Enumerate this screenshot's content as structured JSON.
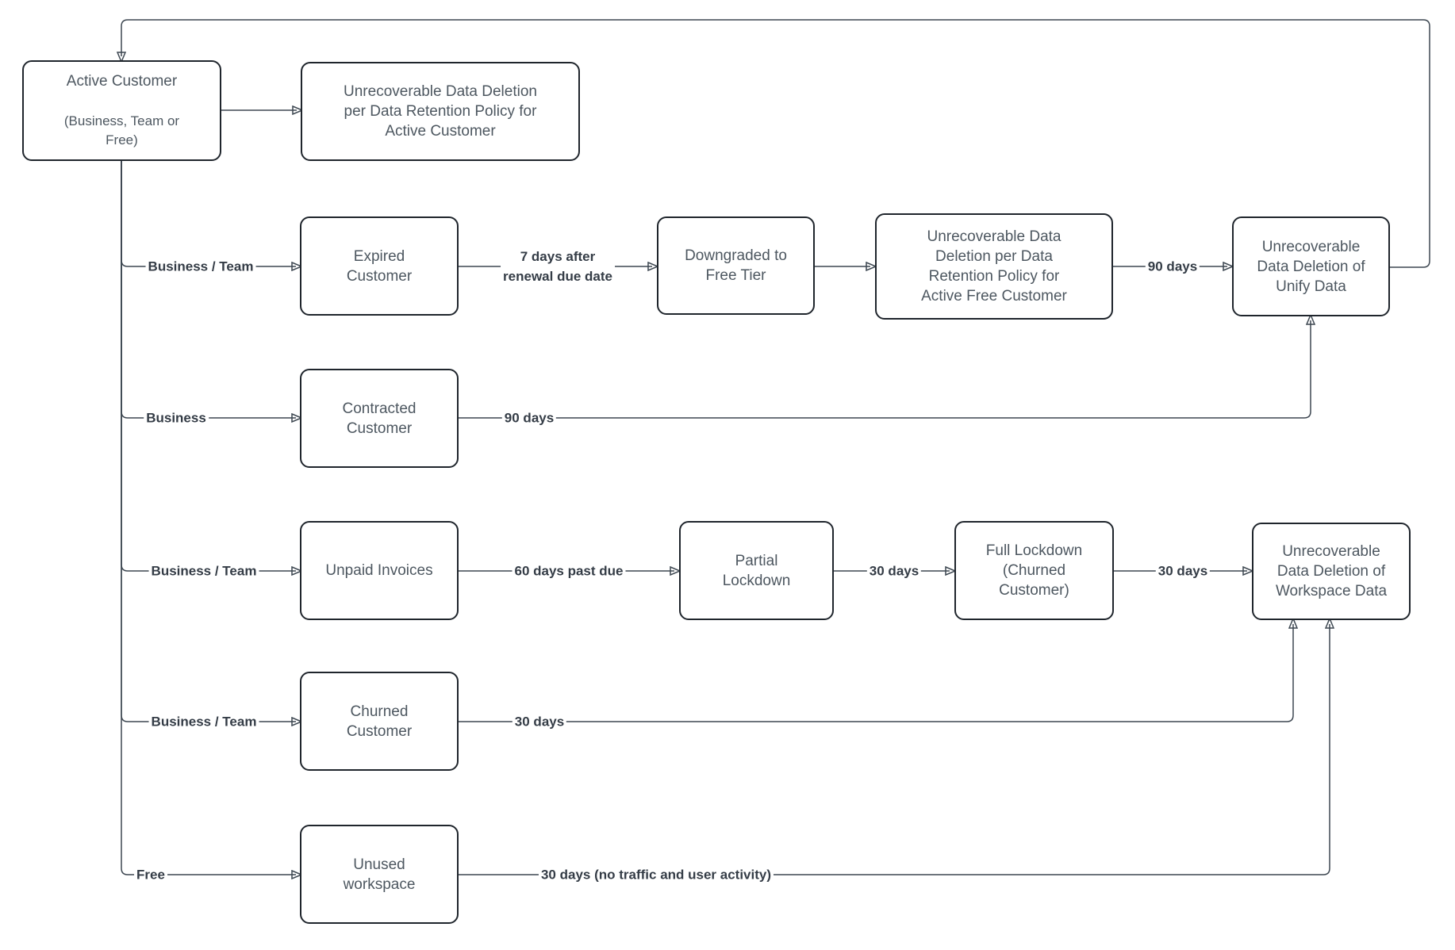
{
  "colors": {
    "background": "#ffffff",
    "node_border": "#1f252c",
    "node_text": "#4d5760",
    "connector": "#3d4751",
    "edge_label_text": "#343c46"
  },
  "nodes": {
    "active_customer": {
      "title": "Active Customer",
      "subtitle": "(Business, Team or\nFree)"
    },
    "deletion_active": {
      "label": "Unrecoverable Data Deletion\nper Data Retention Policy for\nActive Customer"
    },
    "expired": {
      "label": "Expired\nCustomer"
    },
    "downgraded": {
      "label": "Downgraded to\nFree Tier"
    },
    "deletion_free": {
      "label": "Unrecoverable Data\nDeletion per Data\nRetention Policy for\nActive Free Customer"
    },
    "unify": {
      "label": "Unrecoverable\nData Deletion of\nUnify Data"
    },
    "contracted": {
      "label": "Contracted\nCustomer"
    },
    "unpaid": {
      "label": "Unpaid Invoices"
    },
    "partial": {
      "label": "Partial\nLockdown"
    },
    "full_lockdown": {
      "label": "Full Lockdown\n(Churned\nCustomer)"
    },
    "workspace": {
      "label": "Unrecoverable\nData Deletion of\nWorkspace Data"
    },
    "churned": {
      "label": "Churned\nCustomer"
    },
    "unused": {
      "label": "Unused\nworkspace"
    }
  },
  "edge_labels": {
    "business_team_expired": "Business / Team",
    "seven_days": "7 days after\nrenewal due date",
    "ninety_days_free": "90 days",
    "business_contracted": "Business",
    "ninety_days_contracted": "90 days",
    "business_team_unpaid": "Business / Team",
    "sixty_days_past_due": "60 days past due",
    "thirty_days_partial": "30 days",
    "thirty_days_full": "30 days",
    "business_team_churned": "Business / Team",
    "thirty_days_churned": "30 days",
    "free_unused": "Free",
    "thirty_days_unused": "30 days (no traffic and user activity)"
  }
}
